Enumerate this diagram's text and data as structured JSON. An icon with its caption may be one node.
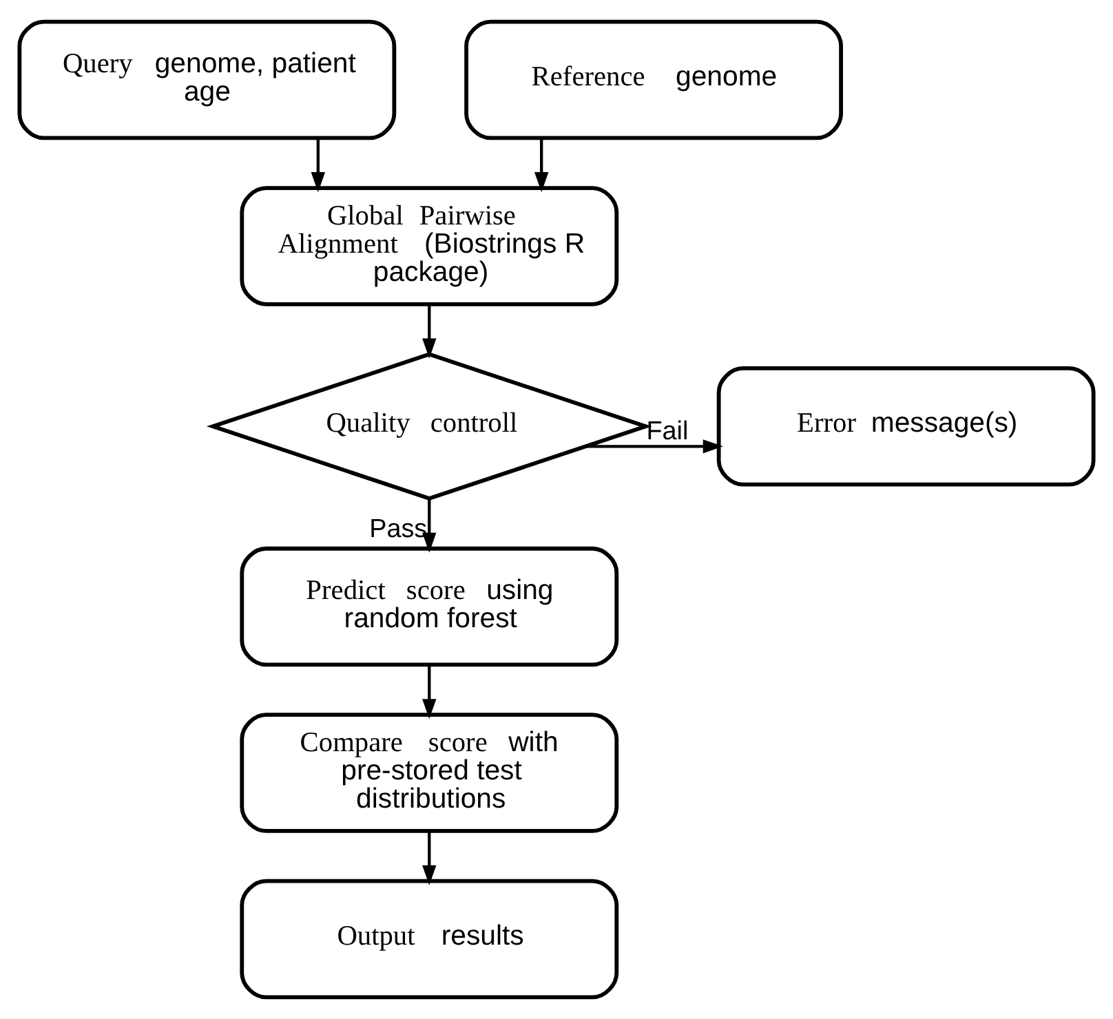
{
  "diagram": {
    "nodes": [
      {
        "text": [
          "**Query** genome, patient age"
        ]
      },
      {
        "text": [
          "**Reference** genome"
        ]
      },
      {
        "text": [
          "**Global Pairwise Alignment** (Biostrings R package)"
        ]
      },
      {
        "text": [
          "**Error** message(s)"
        ]
      },
      {
        "text": [
          "**Quality controll**"
        ]
      },
      {
        "text": [
          "**Predict score** using random forest"
        ]
      },
      {
        "text": [
          "**Compare score** with pre-stored test distributions"
        ]
      },
      {
        "text": [
          "**Output** results"
        ]
      }
    ],
    "edges": [
      {
        "from": 0,
        "to": 2,
        "arrow": "to"
      },
      {
        "from": 1,
        "to": 2,
        "arrow": "to"
      },
      {
        "from": 2,
        "to": 4,
        "arrow": "to"
      },
      {
        "from": 4,
        "to": 3,
        "arrow": "to",
        "label": "Fail"
      },
      {
        "from": 4,
        "to": 5,
        "arrow": "to",
        "label": "Pass"
      },
      {
        "from": 5,
        "to": 6,
        "arrow": "to"
      },
      {
        "from": 6,
        "to": 7,
        "arrow": "to"
      }
    ]
  }
}
